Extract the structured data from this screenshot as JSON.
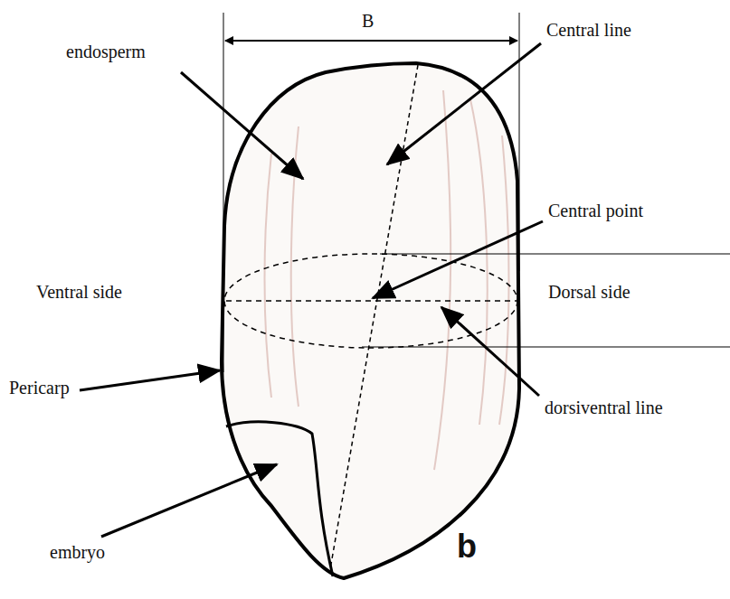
{
  "diagram": {
    "labels": [
      "B",
      "endosperm",
      "Central line",
      "Central point",
      "Ventral side",
      "Dorsal side",
      "Pericarp",
      "dorsiventral line",
      "embryo",
      "b"
    ]
  }
}
